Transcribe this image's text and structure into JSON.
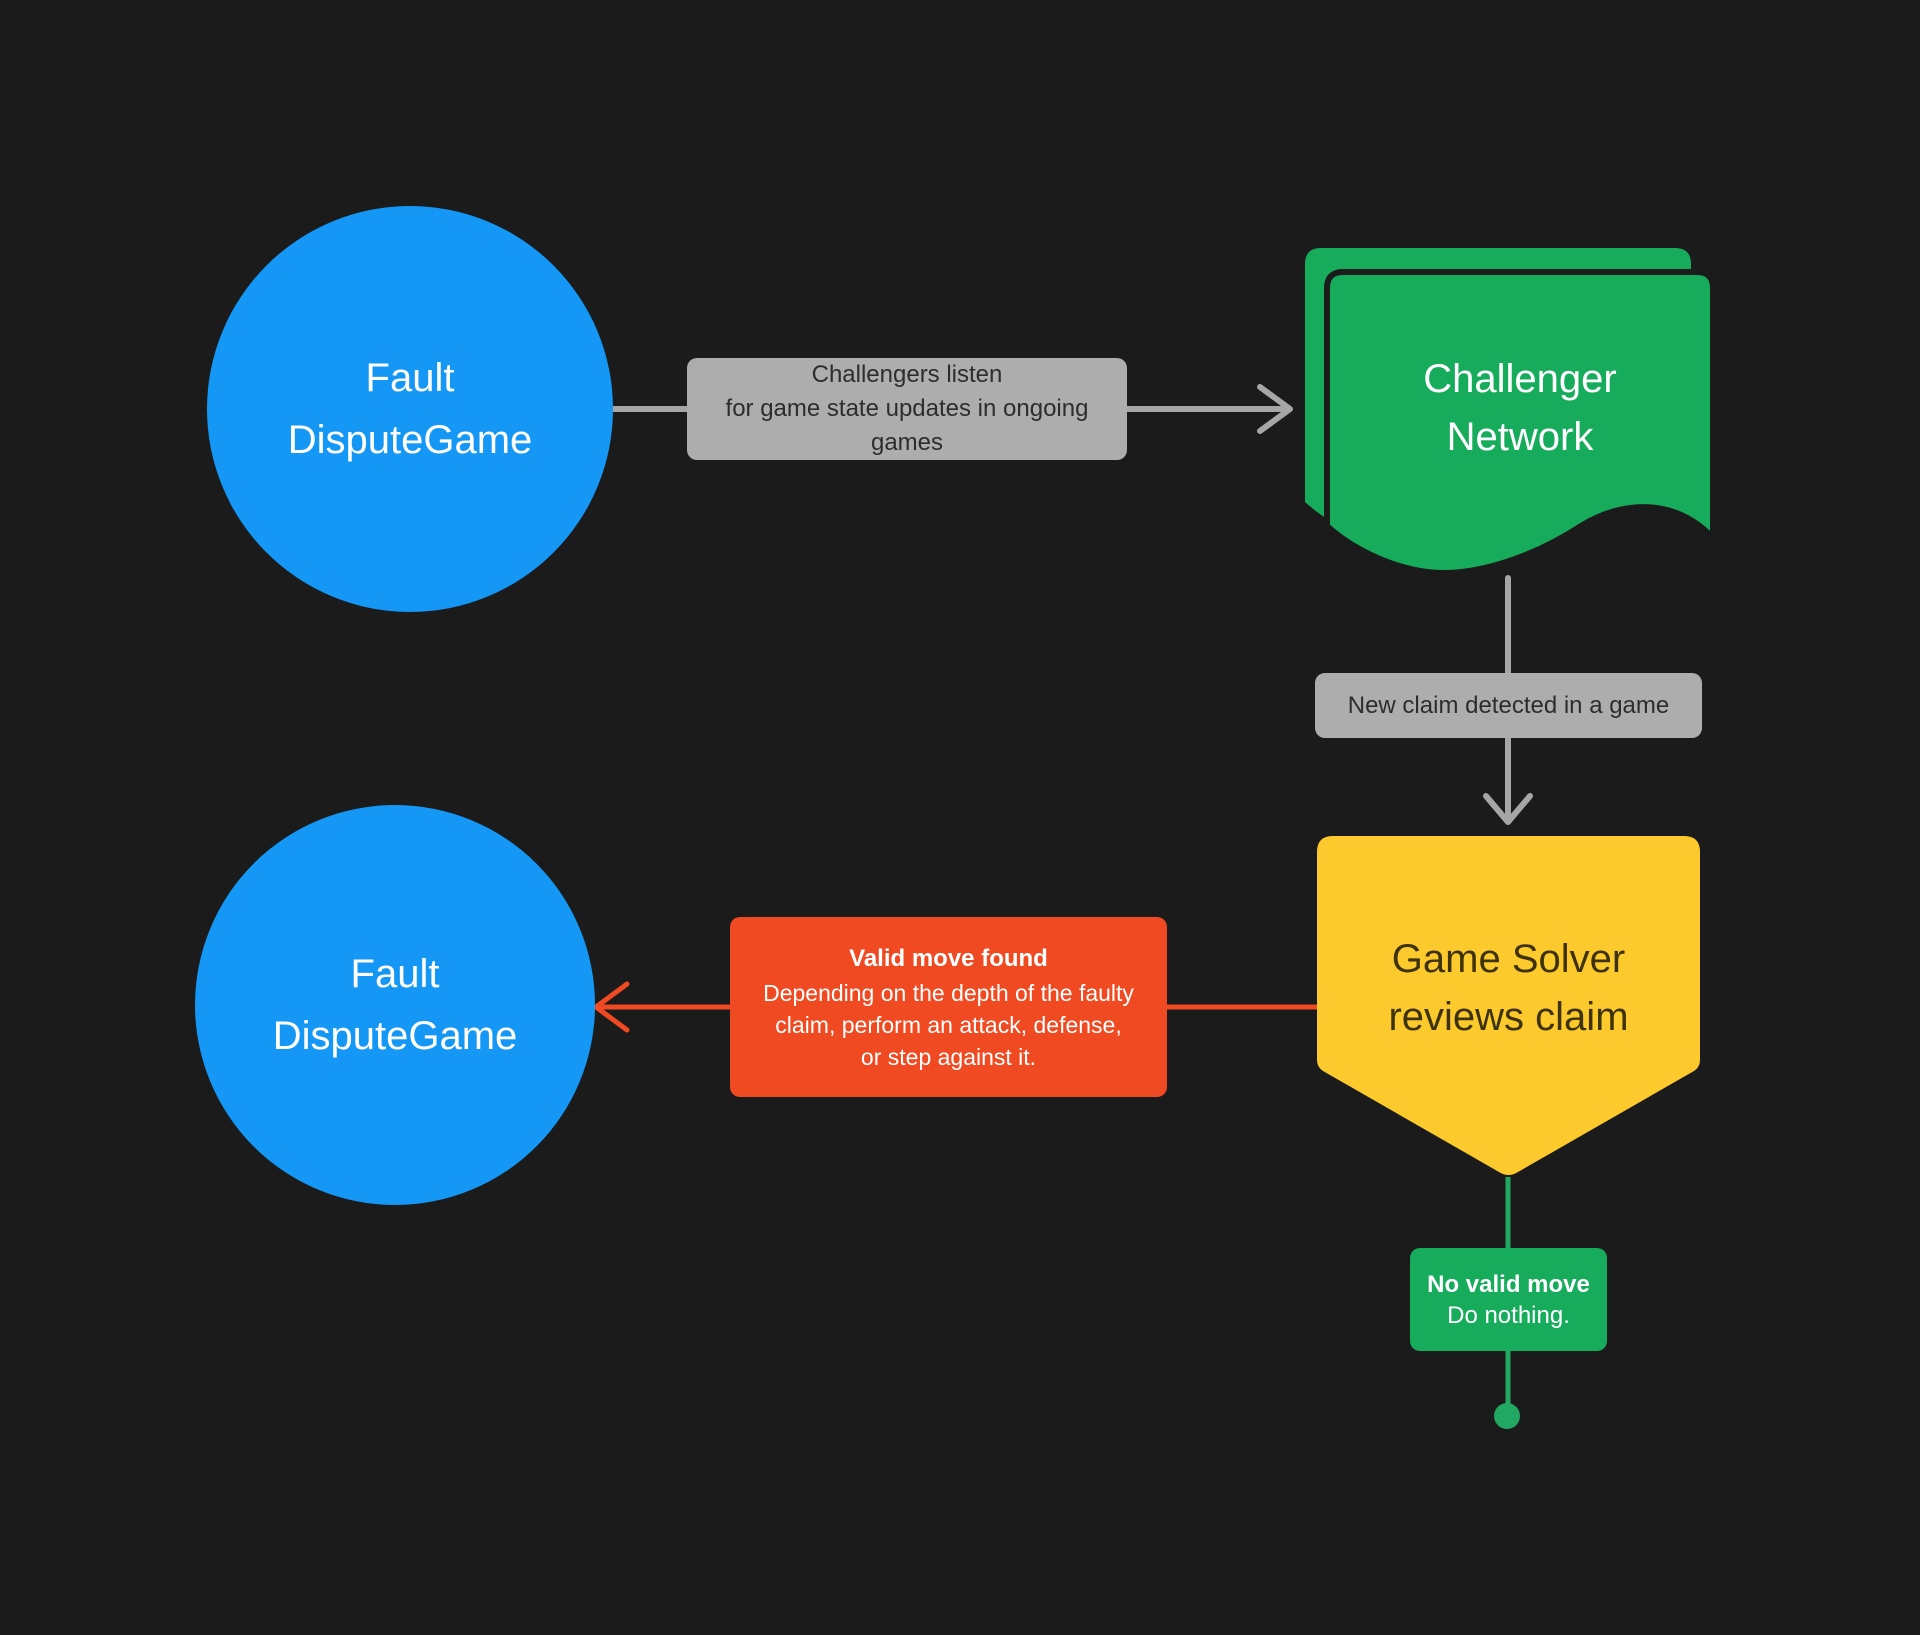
{
  "diagram": {
    "background_color": "#1B1B1B",
    "colors": {
      "node_blue": "#1497F5",
      "node_green": "#17AC5C",
      "node_yellow": "#FDCA2D",
      "accent_red": "#EF4A21",
      "label_gray": "#ADADAD",
      "connector_gray": "#A6A6A6",
      "connector_green": "#23A863",
      "text_on_gray": "#2D2D2D",
      "text_on_yellow": "#3E3208",
      "text_white": "#FFFFFF"
    },
    "nodes": {
      "fault_top": {
        "line1": "Fault",
        "line2": "DisputeGame"
      },
      "challenger": {
        "line1": "Challenger",
        "line2": "Network"
      },
      "solver": {
        "line1": "Game Solver",
        "line2": "reviews claim"
      },
      "fault_bottom": {
        "line1": "Fault",
        "line2": "DisputeGame"
      }
    },
    "labels": {
      "listen": {
        "line1": "Challengers listen",
        "line2": "for game state updates in ongoing games"
      },
      "new_claim": {
        "text": "New claim detected in a game"
      },
      "valid_move": {
        "title": "Valid move found",
        "line1": "Depending on the depth of the faulty",
        "line2": "claim, perform an attack, defense,",
        "line3": "or step against it."
      },
      "no_valid_move": {
        "title": "No valid move",
        "body": "Do nothing."
      }
    },
    "icons": {
      "arrow_right": "chevron-right-arrowhead",
      "arrow_down": "chevron-down-arrowhead",
      "arrow_left": "chevron-left-arrowhead",
      "terminal_dot": "filled-circle-endpoint"
    }
  }
}
